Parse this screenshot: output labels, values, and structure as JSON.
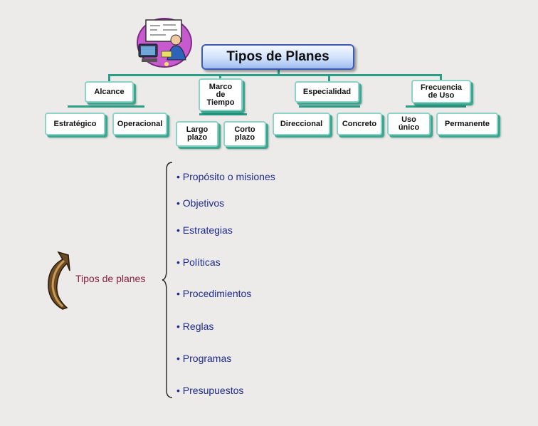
{
  "title": "Tipos de Planes",
  "categories": [
    {
      "label": "Alcance",
      "children": [
        "Estratégico",
        "Operacional"
      ]
    },
    {
      "label": "Marco\nde\nTiempo",
      "children": [
        "Largo\nplazo",
        "Corto\nplazo"
      ]
    },
    {
      "label": "Especialidad",
      "children": [
        "Direccional",
        "Concreto"
      ]
    },
    {
      "label": "Frecuencia\nde Uso",
      "children": [
        "Uso\núnico",
        "Permanente"
      ]
    }
  ],
  "root_label": "Tipos de planes",
  "list_items": [
    "• Propósito o misiones",
    "• Objetivos",
    "• Estrategias",
    "• Políticas",
    "• Procedimientos",
    "• Reglas",
    "• Programas",
    "• Presupuestos"
  ],
  "colors": {
    "node_border": "#8cd3c6",
    "node_shadow": "#3aa890",
    "connector": "#2b9e86",
    "list_text": "#1d2a8c",
    "root_text": "#8a1e3e"
  },
  "icons": [
    "computer-teacher-clipart-icon",
    "curved-arrow-icon"
  ]
}
